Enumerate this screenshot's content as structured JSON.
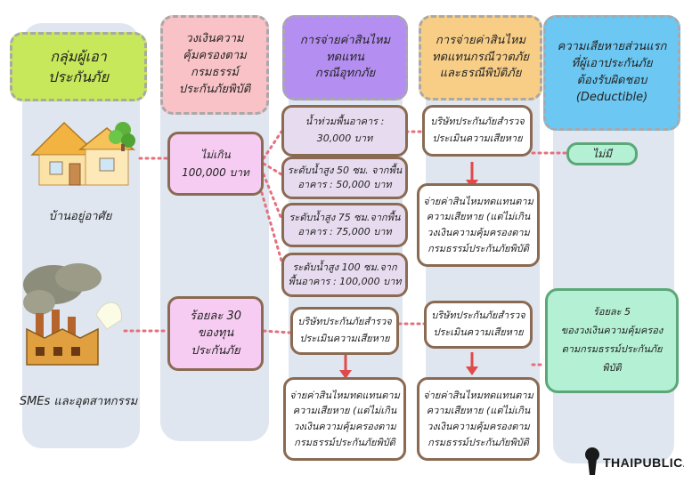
{
  "headers": {
    "insured_group": [
      "กลุ่มผู้เอา",
      "ประกันภัย"
    ],
    "coverage_limit": [
      "วงเงินความ",
      "คุ้มครองตาม",
      "กรมธรรม์",
      "ประกันภัยพิบัติ"
    ],
    "compensation": [
      "การจ่ายค่าสินไหม",
      "ทดแทน",
      "กรณีอุทกภัย"
    ],
    "compensation_other": [
      "การจ่ายค่าสินไหม",
      "ทดแทนกรณีวาตภัย",
      "และธรณีพิบัติภัย"
    ],
    "deductible": [
      "ความเสียหายส่วนแรก",
      "ที่ผู้เอาประกันภัย",
      "ต้องรับผิดชอบ",
      "(Deductible)"
    ]
  },
  "groups": {
    "home": "บ้านอยู่อาศัย",
    "sme": "SMEs และอุตสาหกรรม"
  },
  "home_limit": [
    "ไม่เกิน",
    "100,000 บาท"
  ],
  "sme_limit": [
    "ร้อยละ 30",
    "ของทุน",
    "ประกันภัย"
  ],
  "flood_levels": [
    [
      "น้ำท่วมพื้นอาคาร :",
      "30,000 บาท"
    ],
    [
      "ระดับน้ำสูง 50 ซม. จากพื้น",
      "อาคาร : 50,000 บาท"
    ],
    [
      "ระดับน้ำสูง 75 ซม.จากพื้น",
      "อาคาร : 75,000 บาท"
    ],
    [
      "ระดับน้ำสูง 100 ซม.จาก",
      "พื้นอาคาร : 100,000 บาท"
    ]
  ],
  "assess": [
    "บริษัทประกันภัยสำรวจ",
    "ประเมินความเสียหาย"
  ],
  "pay": [
    "จ่ายค่าสินไหมทดแทนตาม",
    "ความเสียหาย (แต่ไม่เกิน",
    "วงเงินความคุ้มครองตาม",
    "กรมธรรม์ประกันภัยพิบัติ"
  ],
  "home_deductible": "ไม่มี",
  "sme_deductible": [
    "ร้อยละ 5",
    "ของวงเงินความคุ้มครอง",
    "ตามกรมธรรม์ประกันภัย",
    "พิบัติ"
  ],
  "logo": "THAIPUBLICA",
  "colors": {
    "column_bg": "#dfe6ef",
    "header_group": "#c6e85a",
    "header_limit": "#f9c2c6",
    "header_comp": "#b48ef0",
    "header_comp_other": "#f8ce86",
    "header_deduct": "#6cc7f2",
    "flood_box": "#e7dcef",
    "pink_box": "#f7ccf2",
    "green_box": "#b4f0d4",
    "connector": "#e4707e",
    "arrow": "#e04a4a"
  }
}
